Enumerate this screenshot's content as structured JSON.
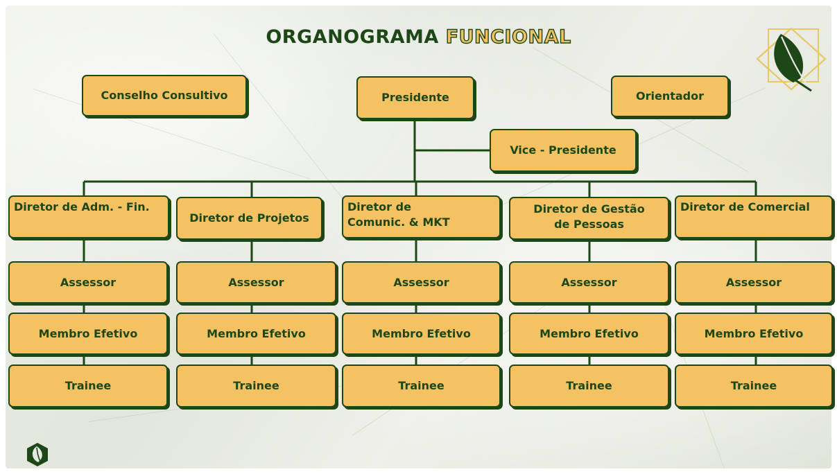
{
  "title": {
    "part1": "ORGANOGRAMA",
    "part2": "FUNCIONAL"
  },
  "top_row": {
    "conselho": "Conselho Consultivo",
    "presidente": "Presidente",
    "orientador": "Orientador",
    "vice": "Vice -  Presidente"
  },
  "columns": [
    {
      "director": "Diretor de Adm. - Fin.",
      "assessor": "Assessor",
      "membro": "Membro Efetivo",
      "trainee": "Trainee"
    },
    {
      "director": "Diretor de Projetos",
      "assessor": "Assessor",
      "membro": "Membro Efetivo",
      "trainee": "Trainee"
    },
    {
      "director": "Diretor de\nComunic. & MKT",
      "assessor": "Assessor",
      "membro": "Membro Efetivo",
      "trainee": "Trainee"
    },
    {
      "director": "Diretor de Gestão\nde Pessoas",
      "assessor": "Assessor",
      "membro": "Membro Efetivo",
      "trainee": "Trainee"
    },
    {
      "director": "Diretor de Comercial",
      "assessor": "Assessor",
      "membro": "Membro Efetivo",
      "trainee": "Trainee"
    }
  ],
  "colors": {
    "box_fill": "#f4c262",
    "dark_green": "#1e4718",
    "background": "#e6e9e1"
  },
  "icons": {
    "top_logo": "leaf-diamond-logo",
    "bottom_logo": "leaf-badge-logo"
  }
}
